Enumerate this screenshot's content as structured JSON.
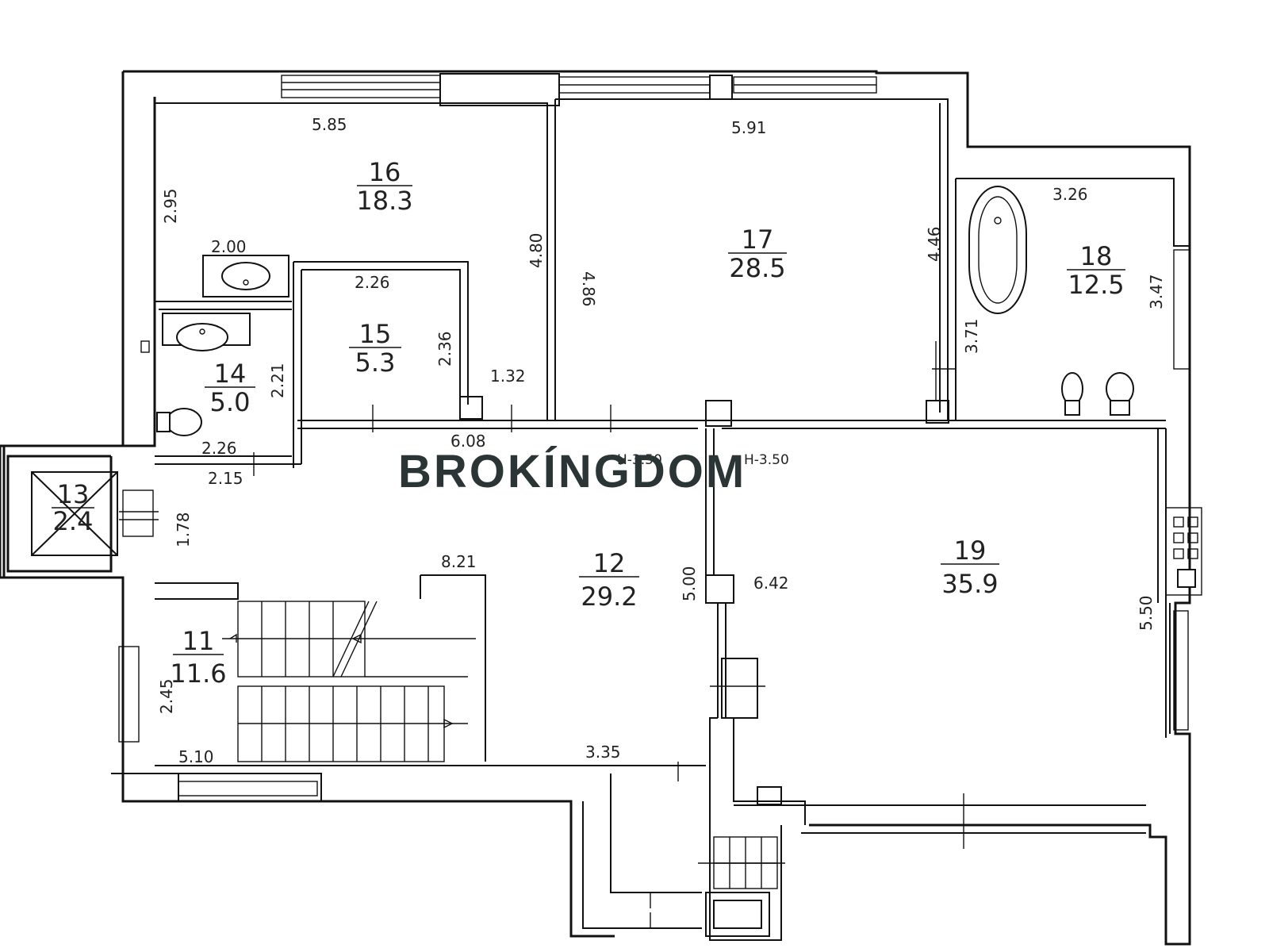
{
  "watermark": "BROKÍNGDOM",
  "rooms": [
    {
      "number": "11",
      "area": "11.6"
    },
    {
      "number": "12",
      "area": "29.2"
    },
    {
      "number": "13",
      "area": "2.4"
    },
    {
      "number": "14",
      "area": "5.0"
    },
    {
      "number": "15",
      "area": "5.3"
    },
    {
      "number": "16",
      "area": "18.3"
    },
    {
      "number": "17",
      "area": "28.5"
    },
    {
      "number": "18",
      "area": "12.5"
    },
    {
      "number": "19",
      "area": "35.9"
    }
  ],
  "dimensions": {
    "d_5_85": "5.85",
    "d_5_91": "5.91",
    "d_3_26": "3.26",
    "d_2_95": "2.95",
    "d_2_00": "2.00",
    "d_4_80": "4.80",
    "d_4_86": "4.86",
    "d_4_46": "4.46",
    "d_3_47": "3.47",
    "d_3_71": "3.71",
    "d_2_26_a": "2.26",
    "d_2_36": "2.36",
    "d_1_32": "1.32",
    "d_2_21": "2.21",
    "d_6_08": "6.08",
    "d_2_26_b": "2.26",
    "d_2_15": "2.15",
    "d_1_78": "1.78",
    "d_8_21": "8.21",
    "d_5_00": "5.00",
    "d_6_42": "6.42",
    "d_5_50": "5.50",
    "d_2_45": "2.45",
    "d_5_10": "5.10",
    "d_3_35": "3.35"
  },
  "heights": {
    "h_left": "H-3.50",
    "h_right": "H-3.50"
  }
}
